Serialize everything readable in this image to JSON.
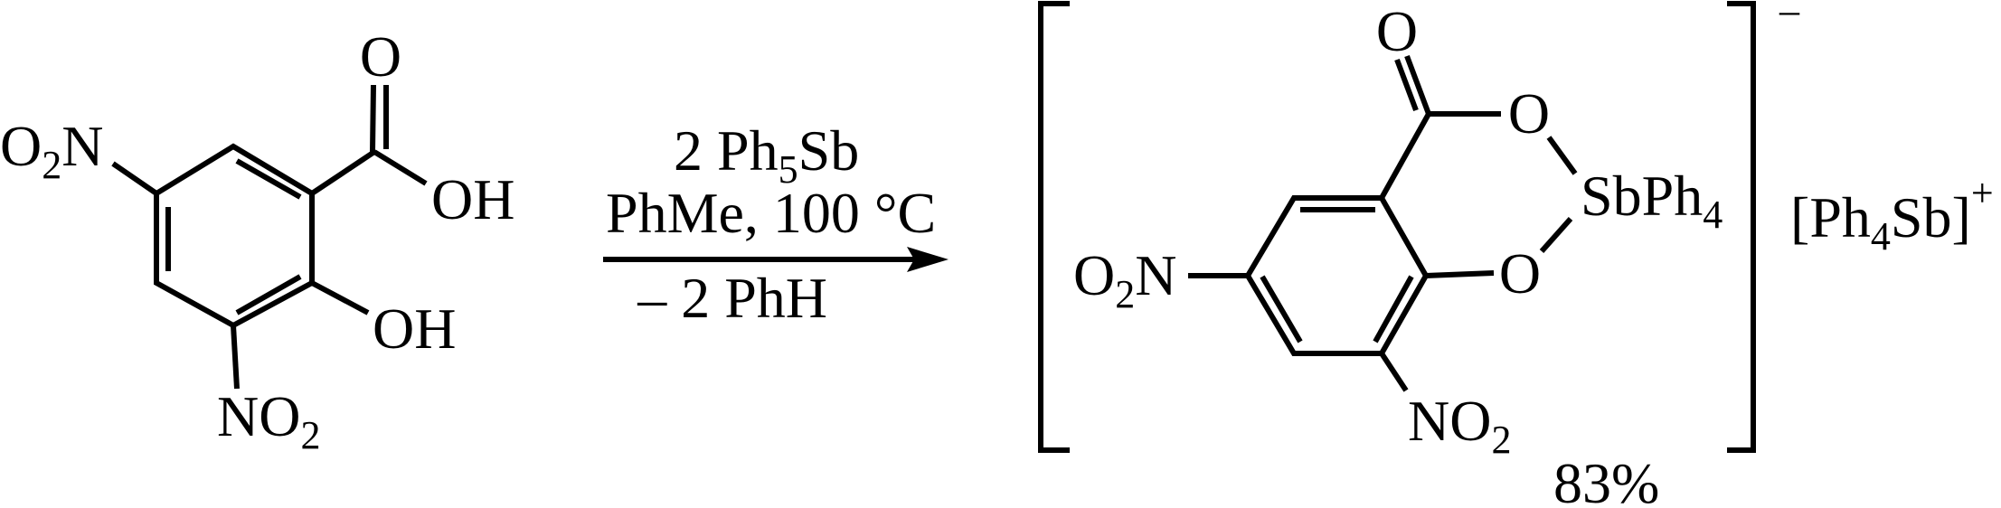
{
  "reactant": {
    "carbonyl_o": [
      {
        "t": "O"
      }
    ],
    "acid_oh": [
      {
        "t": "OH"
      }
    ],
    "phenol_oh": [
      {
        "t": "OH"
      }
    ],
    "nitro_bottom": [
      {
        "t": "NO"
      },
      {
        "t": "2",
        "sub": true
      }
    ],
    "nitro_left": [
      {
        "t": "O"
      },
      {
        "t": "2",
        "sub": true
      },
      {
        "t": "N"
      }
    ]
  },
  "conditions": {
    "reagent": [
      {
        "t": "2 Ph"
      },
      {
        "t": "5",
        "sub": true
      },
      {
        "t": "Sb"
      }
    ],
    "solvent_temp": [
      {
        "t": "PhMe, 100 °C"
      }
    ],
    "byproduct": [
      {
        "t": "– 2 PhH"
      }
    ]
  },
  "product": {
    "carbonyl_o": [
      {
        "t": "O"
      }
    ],
    "ester_o": [
      {
        "t": "O"
      }
    ],
    "antimony": [
      {
        "t": "SbPh"
      },
      {
        "t": "4",
        "sub": true
      }
    ],
    "phenoxide_o": [
      {
        "t": "O"
      }
    ],
    "nitro_left": [
      {
        "t": "O"
      },
      {
        "t": "2",
        "sub": true
      },
      {
        "t": "N"
      }
    ],
    "nitro_bottom": [
      {
        "t": "NO"
      },
      {
        "t": "2",
        "sub": true
      }
    ],
    "anion_charge": [
      {
        "t": "–"
      }
    ],
    "counter_ion": [
      {
        "t": "[Ph"
      },
      {
        "t": "4",
        "sub": true
      },
      {
        "t": "Sb]"
      },
      {
        "t": "+",
        "sup": true
      }
    ],
    "yield": [
      {
        "t": "83%"
      }
    ]
  }
}
